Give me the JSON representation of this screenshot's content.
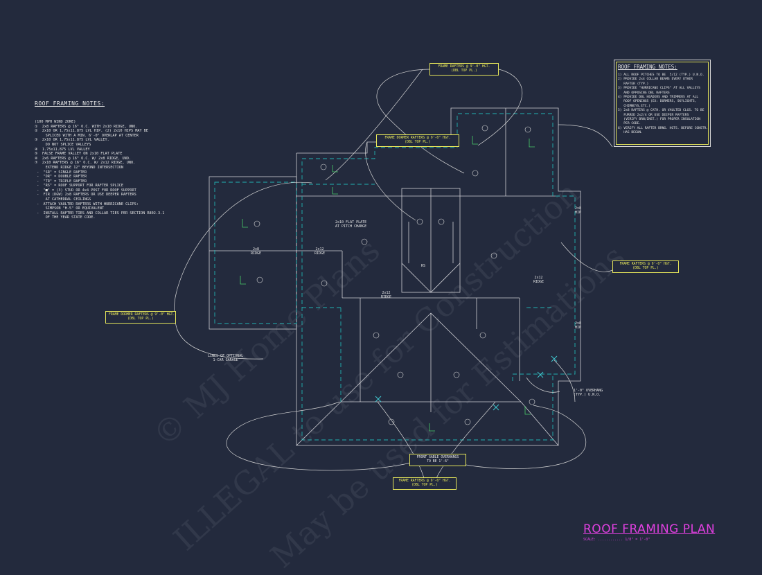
{
  "left_notes": {
    "title": "ROOF FRAMING NOTES:",
    "lines": [
      "(100 MPH WIND ZONE)",
      "①  2x8 RAFTERS @ 16\" O.C. WITH 2x10 RIDGE, UNO.",
      "②  2x10 OR 1.75x11.875 LVL HIP. (2) 2x10 HIPS MAY BE",
      "     SPLICED WITH A MIN. 6'-0\" OVERLAP AT CENTER",
      "③  2x10 OR 1.75x11.875 LVL VALLEY.",
      "     DO NOT SPLICE VALLEYS",
      "④  1.75x11.875 LVL VALLEY",
      "⑤  FALSE FRAME VALLEY ON 2x10 FLAT PLATE",
      "⑥  2x6 RAFTERS @ 16\" O.C. W/ 2x8 RIDGE, UNO.",
      "⑦  2x10 RAFTERS @ 16\" O.C. W/ 2x12 RIDGE, UNO.",
      "     EXTEND RIDGE 12\" BEYOND INTERSECTION",
      " -  \"SR\" = SINGLE RAFTER",
      " -  \"DR\" = DOUBLE RAFTER",
      " -  \"TR\" = TRIPLE RAFTER",
      " -  \"RS\" = ROOF SUPPORT FOR RAFTER SPLICE",
      " -  \"■\" = (3) STUD OR 4x4 POST FOR ROOF SUPPORT",
      " -  FIR (DGW) 2x8 RAFTERS OR USE DEEPER RAFTERS",
      "     AT CATHEDRAL CEILINGS",
      " -  ATTACH VAULTED RAFTERS WITH HURRICANE CLIPS:",
      "     SIMPSON \"H-5\" OR EQUIVALENT",
      " -  INSTALL RAFTER TIES AND COLLAR TIES PER SECTION R802.3.1",
      "     OF THE YEAR STATE CODE."
    ]
  },
  "right_notes": {
    "title": "ROOF FRAMING NOTES:",
    "lines": [
      "1) ALL ROOF PITCHES TO BE  5/12 (TYP.) U.N.O.",
      "2) PROVIDE 2x4 COLLAR BEAMS EVERY OTHER",
      "   RAFTER (TYP.)",
      "3) PROVIDE \"HURRICANE CLIPS\" AT ALL VALLEYS",
      "   AND OPPOSING DBL RAFTERS",
      "4) PROVIDE DBL HEADERS AND TRIMMERS AT ALL",
      "   ROOF OPENINGS (EX: DORMERS, SKYLIGHTS,",
      "   CHIMNEYS,ETC.)",
      "5) 2x8 RAFTERS @ CATH. OR VAULTED CLGS. TO BE",
      "   FURRED 2x2/4 OR USE DEEPER RAFTERS",
      "   (VERIFY BRN/INST.) FOR PROPER INSULATION",
      "   PER CODE.",
      "6) VERIFY ALL RAFTER BRNG. HGTS. BEFORE CONSTR.",
      "   HAS BEGUN."
    ]
  },
  "callouts": {
    "top": "FRAME RAFTERS @ 9'-0\" HGT.\n(DBL TOP PL.)",
    "dormer_top": "FRAME DORMER RAFTERS @ 9'-0\" HGT.\n(DBL TOP PL.)",
    "right": "FRAME RAFTERS @ 9'-0\" HGT.\n(DBL TOP PL.)",
    "left_dormer": "FRAME DORMER RAFTERS @ 9'-0\" HGT.\n(DBL TOP PL.)",
    "front_gable": "FRONT GABLE OVERHANGS\nTO BE 1'-6\"",
    "bottom": "FRAME RAFTERS @ 9'-0\" HGT.\n(DBL TOP PL.)"
  },
  "labels": {
    "flat_plate": "2x10 FLAT PLATE\nAT PITCH CHANGE",
    "garage": "LINES OF OPTIONAL\n1-CAR GARAGE",
    "overhang": "1'-0\" OVERHANG\n(TYP.) U.N.O.",
    "ridge_2x8": "2x8\nRIDGE",
    "ridge_2x12_a": "2x12\nRIDGE",
    "ridge_2x12_b": "2x12\nRIDGE",
    "ridge_2x12_c": "2x12\nRIDGE",
    "hip_a": "2x8\nHIP",
    "hip_b": "2x8\nHIP",
    "rs": "RS"
  },
  "title": {
    "main": "ROOF FRAMING PLAN",
    "scale": "SCALE: ............ 1/8\" = 1'-0\""
  },
  "watermarks": [
    "© MJ Home Plans",
    "ILLEGAL to use for Construction",
    "May be used for Estimations"
  ],
  "colors": {
    "background": "#232a3d",
    "linework": "#d6d6d6",
    "cyan_dashed": "#22b3b3",
    "callout": "#e6e65a",
    "title": "#e040e0"
  }
}
